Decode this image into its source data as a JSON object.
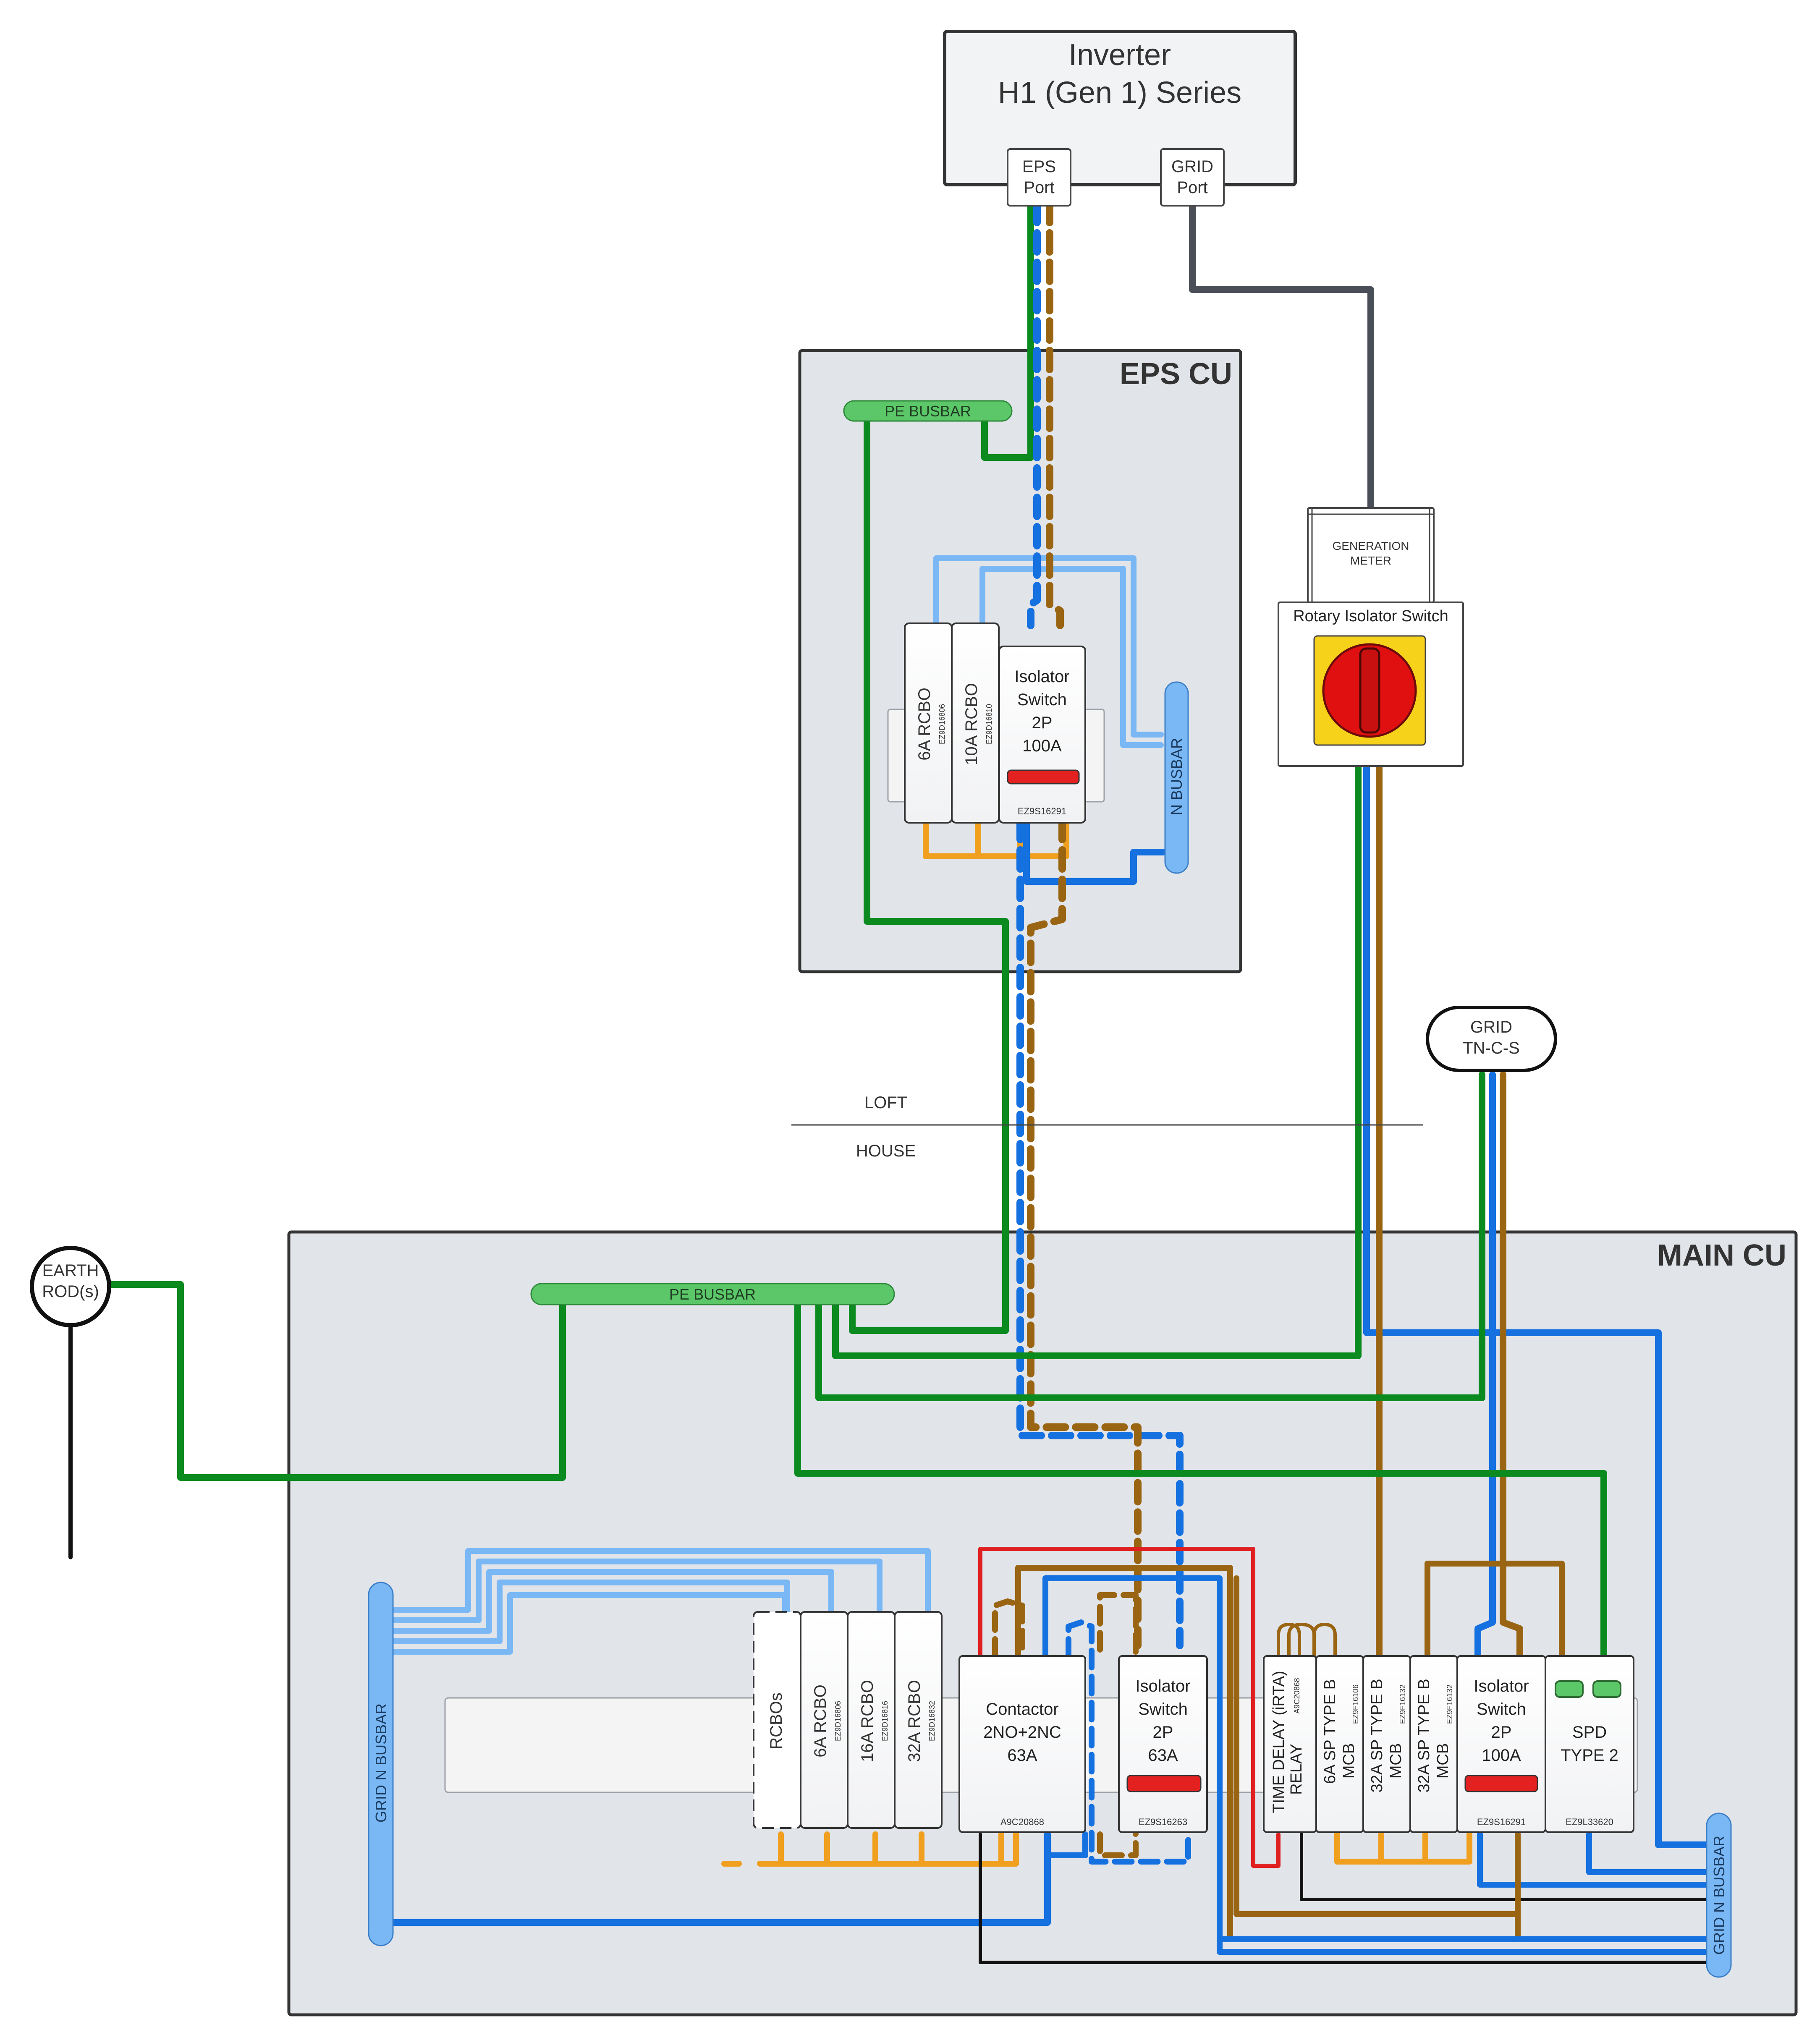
{
  "inverter": {
    "line1": "Inverter",
    "line2": "H1 (Gen 1) Series"
  },
  "ports": {
    "eps": {
      "line1": "EPS",
      "line2": "Port"
    },
    "grid": {
      "line1": "GRID",
      "line2": "Port"
    }
  },
  "eps_cu": {
    "title": "EPS CU",
    "pe_busbar": "PE BUSBAR",
    "n_busbar": "N BUSBAR",
    "rcbo_6a": {
      "label": "6A RCBO",
      "code": "EZ9D16806"
    },
    "rcbo_10a": {
      "label": "10A RCBO",
      "code": "EZ9D16810"
    },
    "isolator": {
      "line1": "Isolator",
      "line2": "Switch",
      "line3": "2P",
      "line4": "100A",
      "code": "EZ9S16291"
    }
  },
  "generation_meter": {
    "line1": "GENERATION",
    "line2": "METER"
  },
  "rotary_isolator": "Rotary Isolator Switch",
  "grid_supply": {
    "line1": "GRID",
    "line2": "TN-C-S"
  },
  "divider": {
    "above": "LOFT",
    "below": "HOUSE"
  },
  "earth_rod": {
    "line1": "EARTH",
    "line2": "ROD(s)"
  },
  "main_cu": {
    "title": "MAIN CU",
    "pe_busbar": "PE BUSBAR",
    "grid_n_busbar_left": "GRID N BUSBAR",
    "grid_n_busbar_right": "GRID N BUSBAR",
    "rcbos": "RCBOs",
    "rcbo_6a": {
      "label": "6A RCBO",
      "code": "EZ9D16806"
    },
    "rcbo_16a": {
      "label": "16A RCBO",
      "code": "EZ9D16816"
    },
    "rcbo_32a": {
      "label": "32A RCBO",
      "code": "EZ9D16832"
    },
    "contactor": {
      "line1": "Contactor",
      "line2": "2NO+2NC",
      "line3": "63A",
      "code": "A9C20868"
    },
    "isolator_63": {
      "line1": "Isolator",
      "line2": "Switch",
      "line3": "2P",
      "line4": "63A",
      "code": "EZ9S16263"
    },
    "relay": {
      "line1": "TIME DELAY (iRTA)",
      "line2": "RELAY",
      "code": "A9C20868"
    },
    "mcb_6a": {
      "line1": "6A SP TYPE B",
      "line2": "MCB",
      "code": "EZ9F16106"
    },
    "mcb_32a_1": {
      "line1": "32A SP TYPE B",
      "line2": "MCB",
      "code": "EZ9F16132"
    },
    "mcb_32a_2": {
      "line1": "32A SP TYPE B",
      "line2": "MCB",
      "code": "EZ9F16132"
    },
    "isolator_100": {
      "line1": "Isolator",
      "line2": "Switch",
      "line3": "2P",
      "line4": "100A",
      "code": "EZ9S16291"
    },
    "spd": {
      "line1": "SPD",
      "line2": "TYPE 2",
      "code": "EZ9L33620"
    }
  },
  "colors": {
    "earth_green": "#0a8a1f",
    "live_brown": "#9a6512",
    "neutral_blue": "#1570e0",
    "light_blue": "#7ab8f5",
    "orange_busbar": "#f0a01e",
    "red": "#e02020",
    "grey_cable": "#4a4f57",
    "panel_fill": "#e1e4e9",
    "busbar_green": "#5cc768"
  }
}
